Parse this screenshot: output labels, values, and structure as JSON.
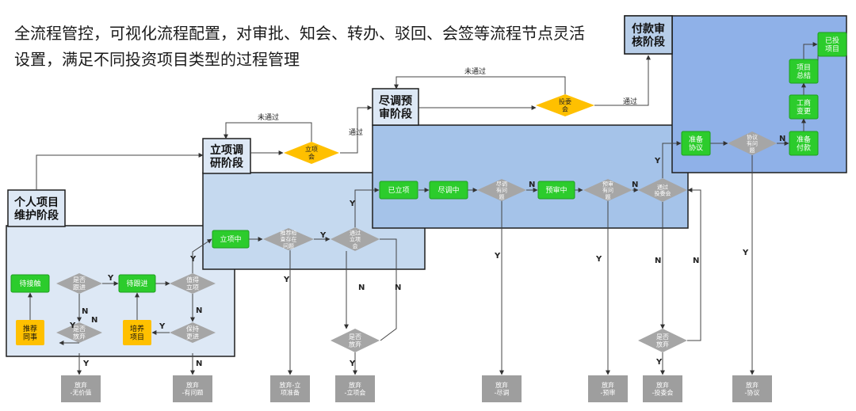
{
  "intro": {
    "line1": "全流程管控，可视化流程配置，对审批、知会、转办、驳回、会签等流程节点灵活",
    "line2": "设置，满足不同投资项目类型的过程管理"
  },
  "colors": {
    "stage1_fill": "#dde8f5",
    "stage2_fill": "#c5d9ef",
    "stage3_fill": "#a5c3e9",
    "stage4_fill": "#8fb1e8",
    "green": "#2ccc2c",
    "yellow": "#ffc000",
    "gray": "#a6a6a6",
    "gold_decision": "#ffc000"
  },
  "stages": {
    "s1": [
      "个人项目",
      "维护阶段"
    ],
    "s2": [
      "立项调",
      "研阶段"
    ],
    "s3": [
      "尽调预",
      "审阶段"
    ],
    "s4": [
      "付款审",
      "核阶段"
    ]
  },
  "nodes": {
    "daijiechu": [
      "待接触"
    ],
    "tuijian": [
      "推荐",
      "同事"
    ],
    "shifou_genjin": [
      "是否",
      "跟进"
    ],
    "shifou_fangqi1": [
      "是否",
      "放弃"
    ],
    "daigenjin": [
      "待跟进"
    ],
    "peiyang": [
      "培养",
      "项目"
    ],
    "zhide_lixiang": [
      "值得",
      "立项"
    ],
    "chixu_genjin": [
      "保持",
      "更进"
    ],
    "lixiangzhong": [
      "立项中"
    ],
    "tuijian_jiancha": [
      "推荐检",
      "查存在",
      "问题"
    ],
    "tongguo_lixianghui": [
      "通过",
      "立项",
      "会"
    ],
    "lixianghui": [
      "立项",
      "会"
    ],
    "shifou_fangqi2": [
      "是否",
      "放弃"
    ],
    "yilixiang": [
      "已立项"
    ],
    "jindiaozhong": [
      "尽调中"
    ],
    "jindiao_wenti": [
      "尽调",
      "有问",
      "题"
    ],
    "yushenzhong": [
      "预审中"
    ],
    "yushen_wenti": [
      "预审",
      "有问",
      "题"
    ],
    "tongguo_touweihui": [
      "通过",
      "投委会"
    ],
    "touweihui": [
      "投委",
      "会"
    ],
    "shifou_fangqi3": [
      "是否",
      "放弃"
    ],
    "zhunbei_xieyi": [
      "准备",
      "协议"
    ],
    "xieyi_wenti": [
      "协议",
      "有问",
      "题"
    ],
    "zhunbei_fukuan": [
      "准备",
      "付款"
    ],
    "gongshang": [
      "工商",
      "变更"
    ],
    "xiangmu_zongjie": [
      "项目",
      "总结"
    ],
    "yitou": [
      "已投",
      "项目"
    ]
  },
  "outcomes": {
    "o1": [
      "放弃",
      "-无价值"
    ],
    "o2": [
      "放弃",
      "-有问题"
    ],
    "o3": [
      "放弃-立",
      "项准备"
    ],
    "o4": [
      "放弃",
      "-立项会"
    ],
    "o5": [
      "放弃",
      "-尽调"
    ],
    "o6": [
      "放弃",
      "-预审"
    ],
    "o7": [
      "放弃",
      "-投委会"
    ],
    "o8": [
      "放弃",
      "-协议"
    ]
  },
  "edge_labels": {
    "y": "Y",
    "n": "N",
    "weitongguo": "未通过",
    "tongguo": "通过"
  }
}
